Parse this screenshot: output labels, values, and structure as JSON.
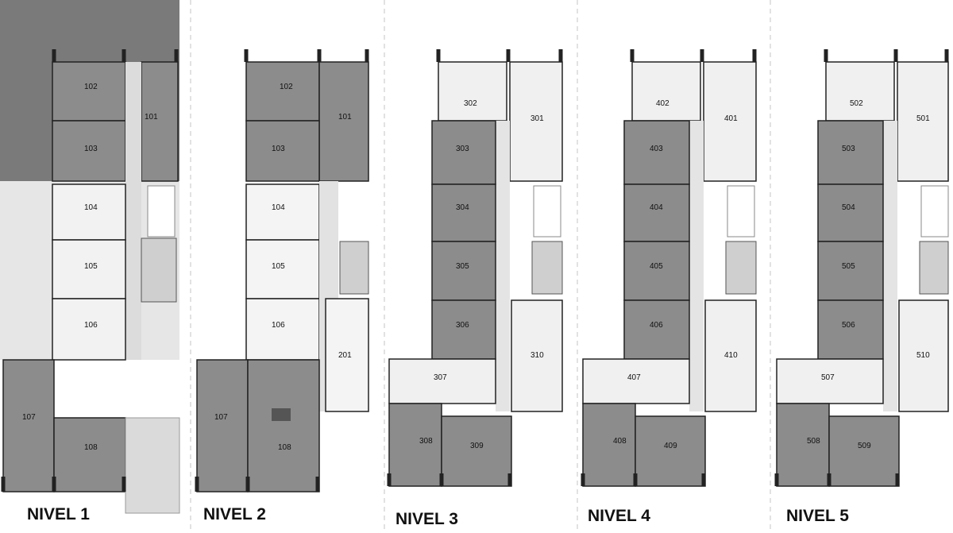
{
  "colors": {
    "dark_room": "#8a8a8a",
    "light_room": "#ececec",
    "corridor": "#e8e8e8",
    "wall": "#222222",
    "neighbor_block": "#7a7a7a",
    "separator": "#bdbdbd"
  },
  "levels": [
    {
      "label": "NIVEL 1",
      "units": [
        "102",
        "101",
        "103",
        "104",
        "105",
        "106",
        "107",
        "108"
      ]
    },
    {
      "label": "NIVEL 2",
      "units": [
        "102",
        "101",
        "103",
        "104",
        "105",
        "106",
        "201",
        "107",
        "108"
      ]
    },
    {
      "label": "NIVEL 3",
      "units": [
        "302",
        "301",
        "303",
        "304",
        "305",
        "306",
        "310",
        "307",
        "308",
        "309"
      ]
    },
    {
      "label": "NIVEL 4",
      "units": [
        "402",
        "401",
        "403",
        "404",
        "405",
        "406",
        "410",
        "407",
        "408",
        "409"
      ]
    },
    {
      "label": "NIVEL 5",
      "units": [
        "502",
        "501",
        "503",
        "504",
        "505",
        "506",
        "510",
        "507",
        "508",
        "509"
      ]
    }
  ]
}
